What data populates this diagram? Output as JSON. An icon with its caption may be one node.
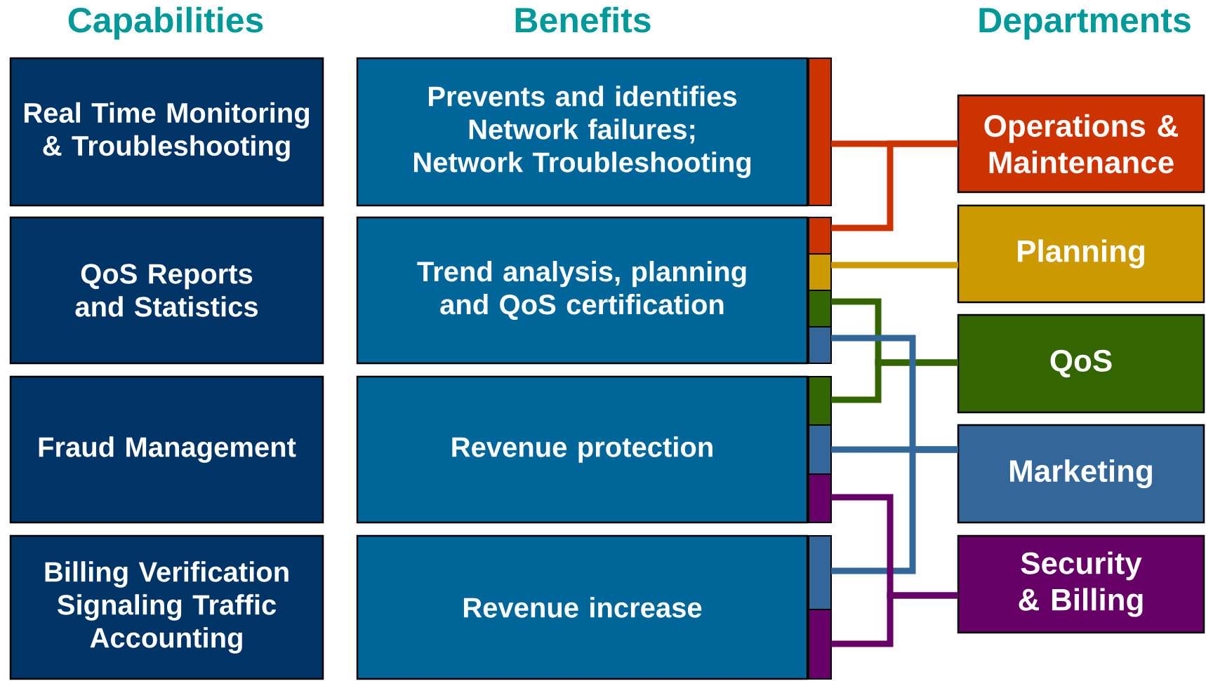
{
  "diagram": {
    "nodes": [
      {
        "text": [
          "Real Time Monitoring & Troubleshooting"
        ]
      },
      {
        "text": [
          "QoS Reports and Statistics"
        ]
      },
      {
        "text": [
          "Fraud Management"
        ]
      },
      {
        "text": [
          "Billing Verification Signaling Traffic Accounting"
        ]
      },
      {
        "text": [
          "Prevents and identifies Network failures; Network Troubleshooting"
        ]
      },
      {
        "text": [
          "Trend analysis, planning and QoS certification"
        ]
      },
      {
        "text": [
          "Revenue protection"
        ]
      },
      {
        "text": [
          "Revenue increase"
        ]
      },
      {
        "text": [],
        "shape": "bar"
      },
      {
        "text": [],
        "shape": "bar"
      },
      {
        "text": [],
        "shape": "bar"
      },
      {
        "text": [],
        "shape": "bar"
      },
      {
        "text": [],
        "shape": "bar"
      },
      {
        "text": [],
        "shape": "bar"
      },
      {
        "text": [],
        "shape": "bar"
      },
      {
        "text": [],
        "shape": "bar"
      },
      {
        "text": [],
        "shape": "bar"
      },
      {
        "text": [],
        "shape": "bar"
      },
      {
        "text": [
          "Operations & Maintenance"
        ]
      },
      {
        "text": [
          "Planning"
        ]
      },
      {
        "text": [
          "QoS"
        ]
      },
      {
        "text": [
          "Marketing"
        ]
      },
      {
        "text": [
          "Security & Billing"
        ]
      }
    ],
    "edges": [
      {
        "from": 8,
        "to": 18,
        "arrow": "none",
        "color": "#cc3300"
      },
      {
        "from": 9,
        "to": 18,
        "arrow": "none",
        "color": "#cc3300"
      },
      {
        "from": 10,
        "to": 19,
        "arrow": "none",
        "color": "#cc9900"
      },
      {
        "from": 11,
        "to": 20,
        "arrow": "none",
        "color": "#336600"
      },
      {
        "from": 13,
        "to": 20,
        "arrow": "none",
        "color": "#336600"
      },
      {
        "from": 12,
        "to": 21,
        "arrow": "none",
        "color": "#336699"
      },
      {
        "from": 14,
        "to": 21,
        "arrow": "none",
        "color": "#336699"
      },
      {
        "from": 16,
        "to": 21,
        "arrow": "none",
        "color": "#336699"
      },
      {
        "from": 15,
        "to": 22,
        "arrow": "none",
        "color": "#660066"
      },
      {
        "from": 17,
        "to": 22,
        "arrow": "none",
        "color": "#660066"
      }
    ],
    "labels": [
      "Capabilities",
      "Benefits",
      "Departments"
    ]
  }
}
